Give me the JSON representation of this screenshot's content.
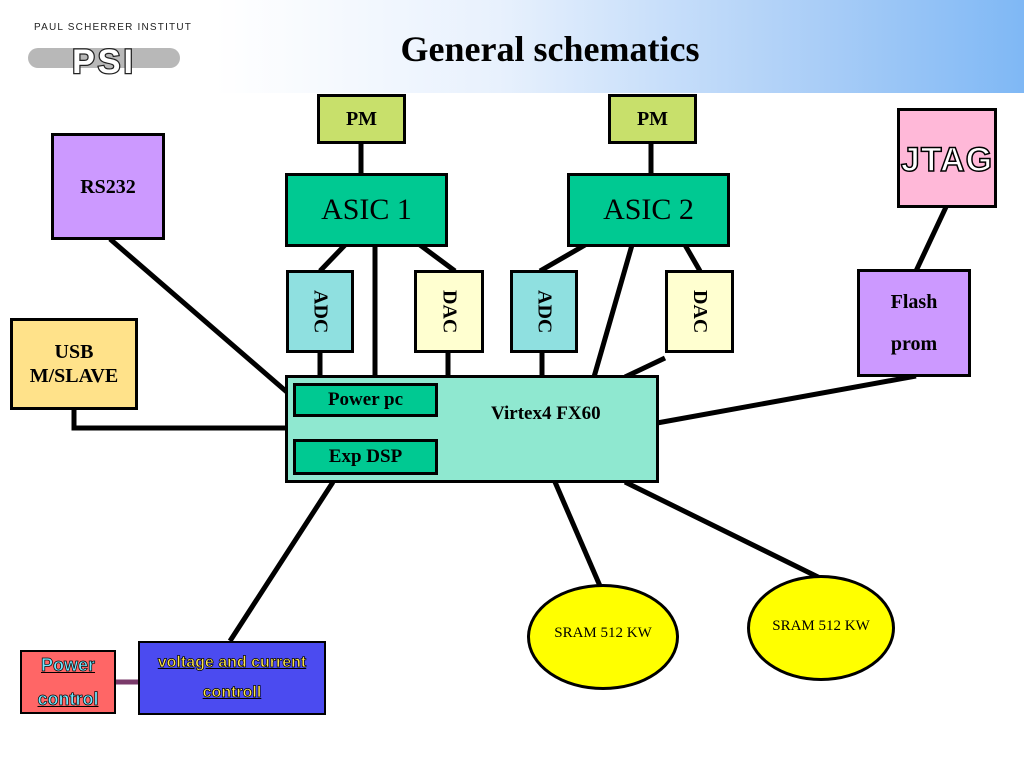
{
  "header": {
    "title": "General schematics",
    "logo_text": "PAUL SCHERRER INSTITUT",
    "logo_mark": "PSI"
  },
  "blocks": {
    "pm1": "PM",
    "pm2": "PM",
    "asic1": "ASIC 1",
    "asic2": "ASIC 2",
    "adc1": "ADC",
    "dac1": "DAC",
    "adc2": "ADC",
    "dac2": "DAC",
    "rs232": "RS232",
    "usb_line1": "USB",
    "usb_line2": "M/SLAVE",
    "jtag": "JTAG",
    "flash_line1": "Flash",
    "flash_line2": "prom",
    "virtex": "Virtex4 FX60",
    "power_pc": "Power pc",
    "exp_dsp": "Exp DSP",
    "sram1": "SRAM 512 KW",
    "sram2": "SRAM 512 KW",
    "power_control_line1": "Power",
    "power_control_line2": "control",
    "voltage_line1": "voltage and current",
    "voltage_line2": "controll"
  },
  "colors": {
    "pm": "#c8e06b",
    "asic": "#00c992",
    "adc": "#8fe0e0",
    "dac": "#ffffd0",
    "rs232": "#cc99ff",
    "usb": "#ffe28a",
    "jtag": "#ffb8d8",
    "virtex": "#8fe8d0",
    "sram": "#ffff00",
    "power_control": "#ff6666",
    "voltage_control": "#4b4bf0"
  }
}
